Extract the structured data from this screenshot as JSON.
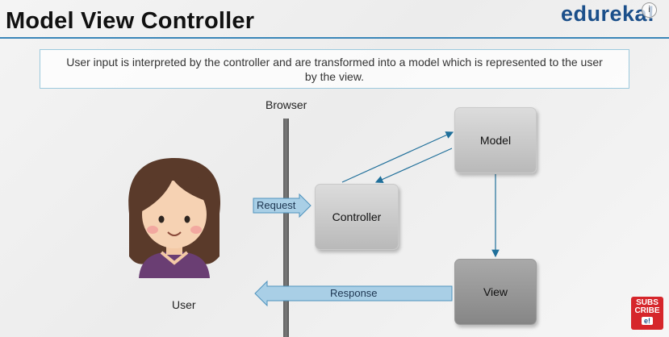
{
  "header": {
    "title": "Model View Controller",
    "brand": "edureka!",
    "info_glyph": "i"
  },
  "callout": {
    "text": "User input is interpreted by the controller and are transformed into a model which is represented to the user by the view."
  },
  "diagram": {
    "browser_label": "Browser",
    "user_label": "User",
    "nodes": {
      "model": "Model",
      "controller": "Controller",
      "view": "View"
    },
    "edges": {
      "request": "Request",
      "response": "Response"
    }
  },
  "subscribe_badge": {
    "line1": "SUBS",
    "line2": "CRIBE",
    "logo": "e!"
  },
  "colors": {
    "accent_blue": "#3a86b8",
    "arrow_fill": "#a9cfe6",
    "connector": "#1f6f9a",
    "brand": "#1b4f8a",
    "subscribe_red": "#d6262b"
  }
}
